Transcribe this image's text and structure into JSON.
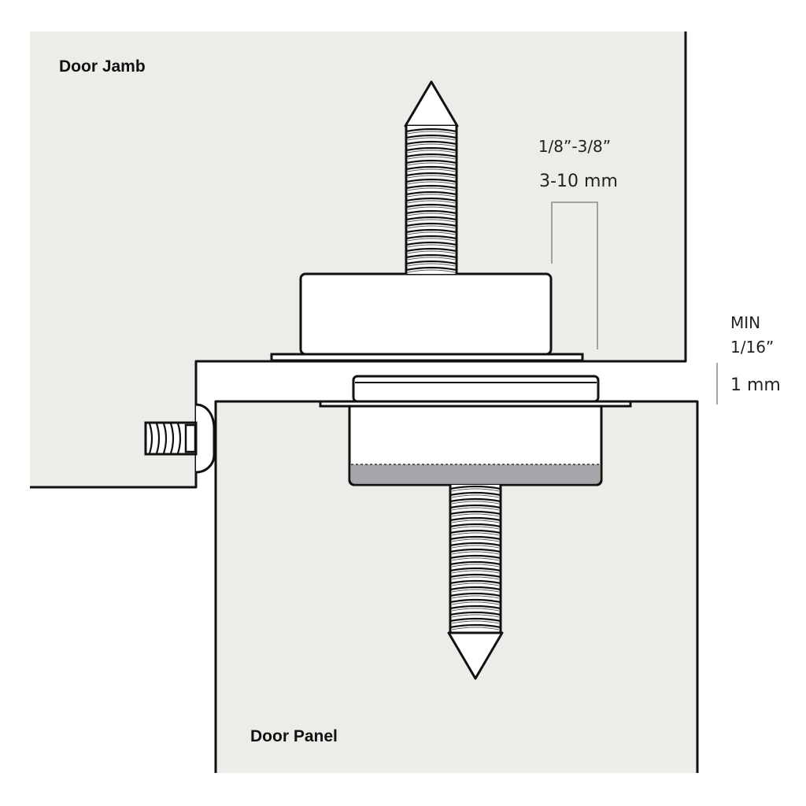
{
  "labels": {
    "jamb": "Door Jamb",
    "panel": "Door Panel",
    "depth_in": "1/8”-3/8”",
    "depth_mm": "3-10 mm",
    "gap_min": "MIN",
    "gap_in": "1/16”",
    "gap_mm": "1 mm"
  },
  "colors": {
    "wood": "#ecece8",
    "outline": "#111111",
    "gray_fill": "#a4a6a9"
  }
}
